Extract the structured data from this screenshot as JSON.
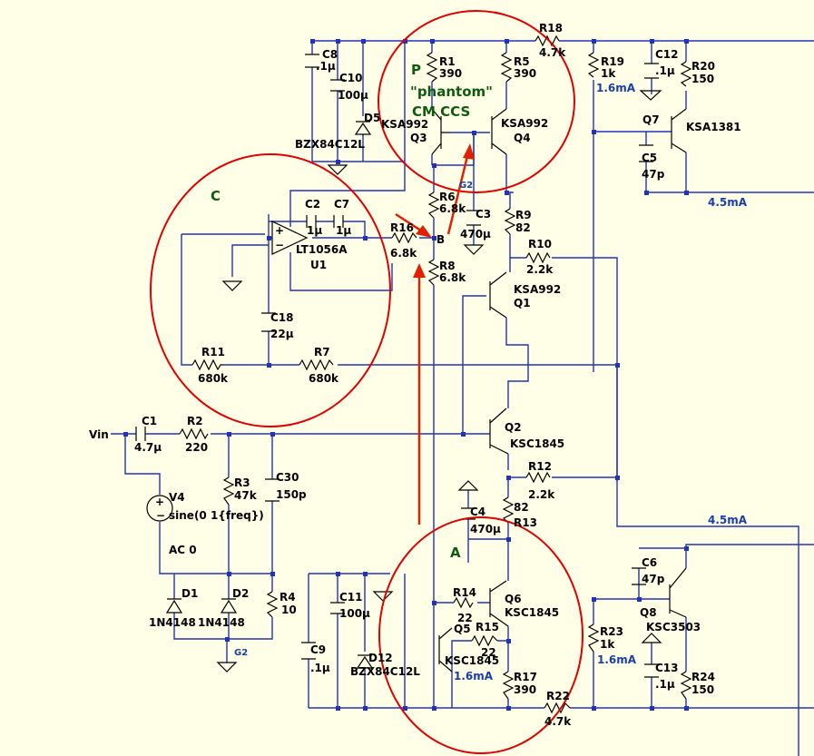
{
  "regions": {
    "C": "C",
    "P": "P",
    "phantom": "\"phantom\"",
    "cm_ccs": "CM CCS",
    "A": "A"
  },
  "components": {
    "C8": {
      "ref": "C8",
      "value": ".1µ"
    },
    "C10": {
      "ref": "C10",
      "value": "100µ"
    },
    "D5": {
      "ref": "D5",
      "value": "BZX84C12L"
    },
    "R1": {
      "ref": "R1",
      "value": "390"
    },
    "R5": {
      "ref": "R5",
      "value": "390"
    },
    "Q3": {
      "ref": "Q3",
      "value": "KSA992"
    },
    "Q4": {
      "ref": "Q4",
      "value": "KSA992"
    },
    "R18": {
      "ref": "R18",
      "value": "4.7k"
    },
    "R19": {
      "ref": "R19",
      "value": "1k"
    },
    "C12": {
      "ref": "C12",
      "value": ".1µ"
    },
    "R20": {
      "ref": "R20",
      "value": "150"
    },
    "Q7": {
      "ref": "Q7",
      "value": "KSA1381"
    },
    "C5": {
      "ref": "C5",
      "value": "47p"
    },
    "C2": {
      "ref": "C2",
      "value": "1µ"
    },
    "C7": {
      "ref": "C7",
      "value": "1µ"
    },
    "U1": {
      "ref": "U1",
      "value": "LT1056A"
    },
    "R6": {
      "ref": "R6",
      "value": "6.8k"
    },
    "R16": {
      "ref": "R16",
      "value": "6.8k"
    },
    "R8": {
      "ref": "R8",
      "value": "6.8k"
    },
    "C3": {
      "ref": "C3",
      "value": "470µ"
    },
    "R9": {
      "ref": "R9",
      "value": "82"
    },
    "R10": {
      "ref": "R10",
      "value": "2.2k"
    },
    "Q1": {
      "ref": "Q1",
      "value": "KSA992"
    },
    "C18": {
      "ref": "C18",
      "value": "22µ"
    },
    "R11": {
      "ref": "R11",
      "value": "680k"
    },
    "R7": {
      "ref": "R7",
      "value": "680k"
    },
    "C1": {
      "ref": "C1",
      "value": "4.7µ"
    },
    "R2": {
      "ref": "R2",
      "value": "220"
    },
    "Q2": {
      "ref": "Q2",
      "value": "KSC1845"
    },
    "R12": {
      "ref": "R12",
      "value": "2.2k"
    },
    "R3": {
      "ref": "R3",
      "value": "47k"
    },
    "C30": {
      "ref": "C30",
      "value": "150p"
    },
    "V4": {
      "ref": "V4",
      "value": "sine(0 1{freq})",
      "ac": "AC 0"
    },
    "C4": {
      "ref": "C4",
      "value": "470µ"
    },
    "R13": {
      "ref": "R13",
      "value": "82"
    },
    "C6": {
      "ref": "C6",
      "value": "47p"
    },
    "Q8": {
      "ref": "Q8",
      "value": "KSC3503"
    },
    "D1": {
      "ref": "D1",
      "value": "1N4148"
    },
    "D2": {
      "ref": "D2",
      "value": "1N4148"
    },
    "R4": {
      "ref": "R4",
      "value": "10"
    },
    "C11": {
      "ref": "C11",
      "value": "100µ"
    },
    "C9": {
      "ref": "C9",
      "value": ".1µ"
    },
    "D12": {
      "ref": "D12",
      "value": "BZX84C12L"
    },
    "R14": {
      "ref": "R14",
      "value": "22"
    },
    "Q6": {
      "ref": "Q6",
      "value": "KSC1845"
    },
    "R15": {
      "ref": "R15",
      "value": "22"
    },
    "Q5": {
      "ref": "Q5",
      "value": "KSC1845"
    },
    "R17": {
      "ref": "R17",
      "value": "390"
    },
    "R22": {
      "ref": "R22",
      "value": "4.7k"
    },
    "R23": {
      "ref": "R23",
      "value": "1k"
    },
    "C13": {
      "ref": "C13",
      "value": ".1µ"
    },
    "R24": {
      "ref": "R24",
      "value": "150"
    }
  },
  "nets": {
    "vin": "Vin",
    "b": "B",
    "g2_top": "G2",
    "g2_bottom": "G2"
  },
  "currents": {
    "q7_top": "1.6mA",
    "q7_out": "4.5mA",
    "q8_out": "4.5mA",
    "q8_bottom": "1.6mA",
    "q5": "1.6mA"
  },
  "colors": {
    "background": "#ffffe8",
    "wire": "#2233bb",
    "annotation": "#e00000",
    "region_label": "#0f5a0f",
    "current_label": "#1a3ea8"
  }
}
